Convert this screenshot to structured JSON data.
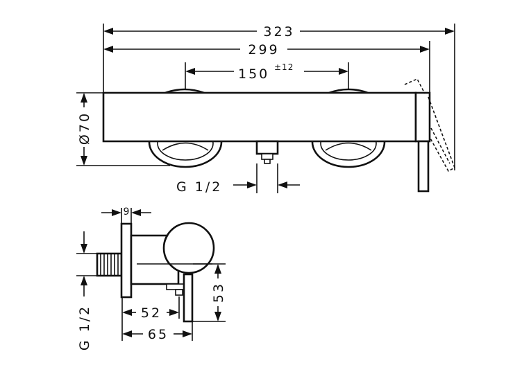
{
  "dimensions": {
    "overall_width": "323",
    "body_width": "299",
    "connection_spacing": "150",
    "connection_tolerance": "±12",
    "diameter": "Ø70",
    "thread_front": "G 1/2",
    "wall_offset": "9",
    "depth_outlet": "52",
    "depth_total": "65",
    "height_outlet": "53",
    "thread_side": "G 1/2"
  },
  "colors": {
    "line": "#111111",
    "background": "#ffffff"
  }
}
